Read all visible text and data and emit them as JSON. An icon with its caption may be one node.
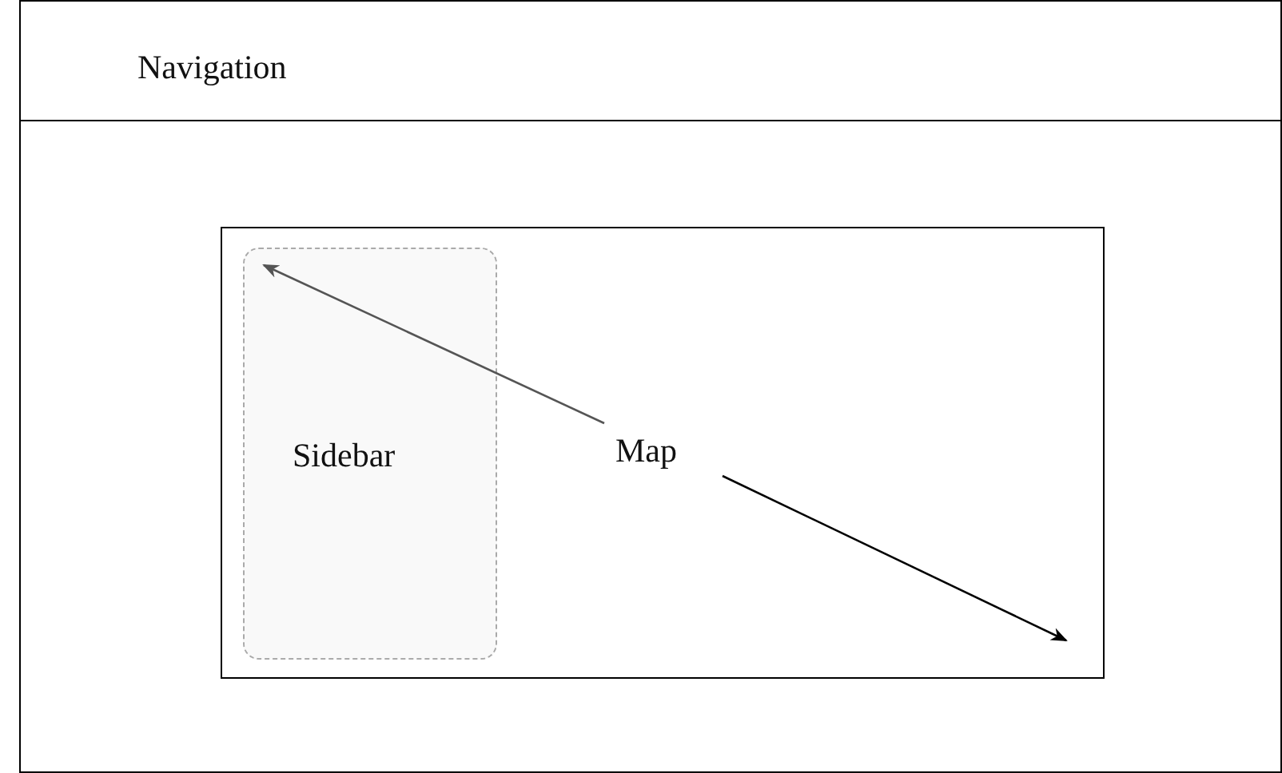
{
  "diagram": {
    "nodes": [
      {
        "text": [
          "Navigation"
        ]
      },
      {
        "text": [],
        "shape": "box"
      },
      {
        "text": [
          "Map"
        ],
        "in": 1
      },
      {
        "text": [
          "Sidebar"
        ],
        "in": 2
      }
    ],
    "edges": []
  }
}
